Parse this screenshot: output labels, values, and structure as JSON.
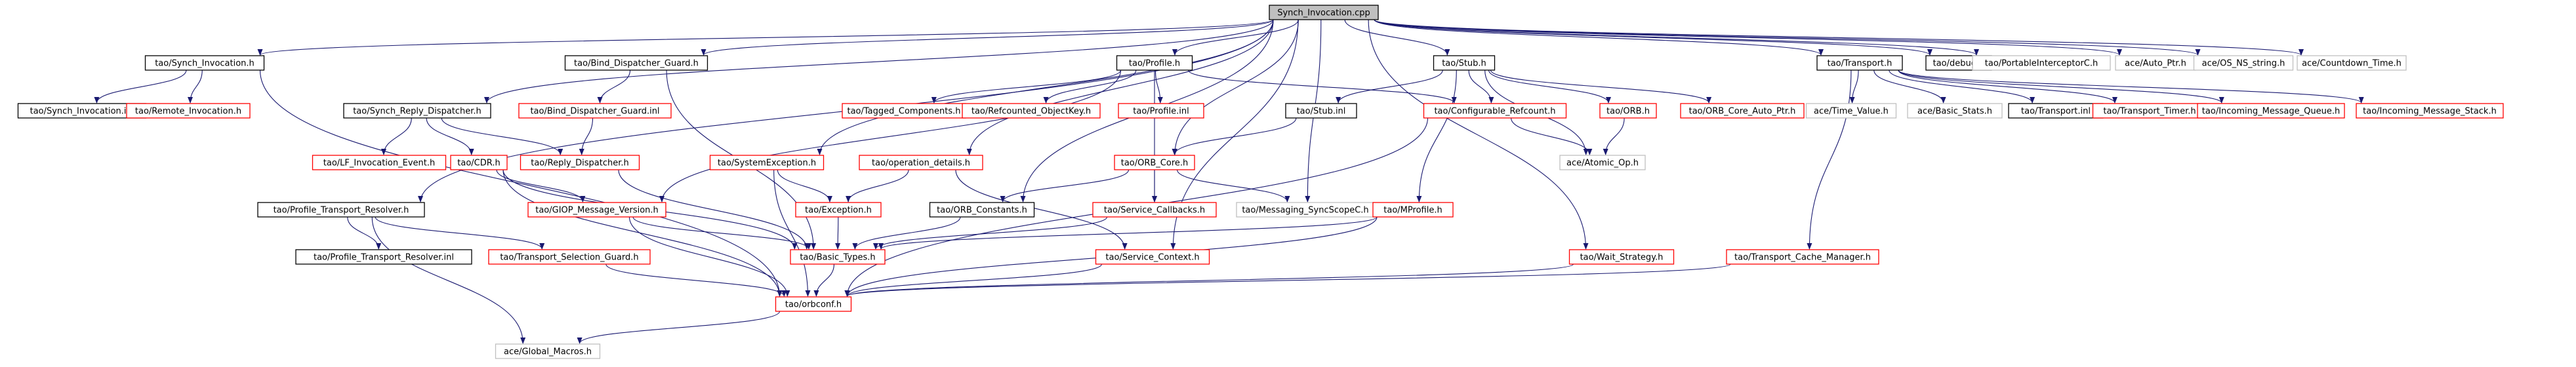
{
  "colors": {
    "root_fill": "#bfbfbf",
    "root_border": "#000000",
    "documented_border": "#000000",
    "undocumented_border": "#ff0000",
    "external_border": "#bfbfbf",
    "edge": "#191970"
  },
  "nodes": [
    {
      "id": "root",
      "label": "Synch_Invocation.cpp",
      "kind": "root"
    },
    {
      "id": "synch_inv_h",
      "label": "tao/Synch_Invocation.h",
      "kind": "documented"
    },
    {
      "id": "bind_disp_h",
      "label": "tao/Bind_Dispatcher_Guard.h",
      "kind": "documented"
    },
    {
      "id": "profile_h",
      "label": "tao/Profile.h",
      "kind": "documented"
    },
    {
      "id": "stub_h",
      "label": "tao/Stub.h",
      "kind": "documented"
    },
    {
      "id": "transport_h",
      "label": "tao/Transport.h",
      "kind": "documented"
    },
    {
      "id": "debug_h",
      "label": "tao/debug.h",
      "kind": "documented"
    },
    {
      "id": "portable_ic",
      "label": "tao/PortableInterceptorC.h",
      "kind": "external"
    },
    {
      "id": "auto_ptr",
      "label": "ace/Auto_Ptr.h",
      "kind": "external"
    },
    {
      "id": "os_ns_string",
      "label": "ace/OS_NS_string.h",
      "kind": "external"
    },
    {
      "id": "countdown",
      "label": "ace/Countdown_Time.h",
      "kind": "external"
    },
    {
      "id": "synch_inv_inl",
      "label": "tao/Synch_Invocation.inl",
      "kind": "documented"
    },
    {
      "id": "remote_inv",
      "label": "tao/Remote_Invocation.h",
      "kind": "undocumented"
    },
    {
      "id": "synch_reply",
      "label": "tao/Synch_Reply_Dispatcher.h",
      "kind": "documented"
    },
    {
      "id": "bind_disp_inl",
      "label": "tao/Bind_Dispatcher_Guard.inl",
      "kind": "undocumented"
    },
    {
      "id": "tagged_comp",
      "label": "tao/Tagged_Components.h",
      "kind": "undocumented"
    },
    {
      "id": "refcounted",
      "label": "tao/Refcounted_ObjectKey.h",
      "kind": "undocumented"
    },
    {
      "id": "profile_inl",
      "label": "tao/Profile.inl",
      "kind": "undocumented"
    },
    {
      "id": "stub_inl",
      "label": "tao/Stub.inl",
      "kind": "documented"
    },
    {
      "id": "conf_refcount",
      "label": "tao/Configurable_Refcount.h",
      "kind": "undocumented"
    },
    {
      "id": "orb_h",
      "label": "tao/ORB.h",
      "kind": "undocumented"
    },
    {
      "id": "orb_core_auto",
      "label": "tao/ORB_Core_Auto_Ptr.h",
      "kind": "undocumented"
    },
    {
      "id": "time_value",
      "label": "ace/Time_Value.h",
      "kind": "external"
    },
    {
      "id": "basic_stats",
      "label": "ace/Basic_Stats.h",
      "kind": "external"
    },
    {
      "id": "transport_inl",
      "label": "tao/Transport.inl",
      "kind": "documented"
    },
    {
      "id": "transport_timer",
      "label": "tao/Transport_Timer.h",
      "kind": "undocumented"
    },
    {
      "id": "incoming_queue",
      "label": "tao/Incoming_Message_Queue.h",
      "kind": "undocumented"
    },
    {
      "id": "incoming_stack",
      "label": "tao/Incoming_Message_Stack.h",
      "kind": "undocumented"
    },
    {
      "id": "lf_inv_event",
      "label": "tao/LF_Invocation_Event.h",
      "kind": "undocumented"
    },
    {
      "id": "cdr_h",
      "label": "tao/CDR.h",
      "kind": "undocumented"
    },
    {
      "id": "reply_disp",
      "label": "tao/Reply_Dispatcher.h",
      "kind": "undocumented"
    },
    {
      "id": "sys_exc",
      "label": "tao/SystemException.h",
      "kind": "undocumented"
    },
    {
      "id": "op_details",
      "label": "tao/operation_details.h",
      "kind": "undocumented"
    },
    {
      "id": "orb_core",
      "label": "tao/ORB_Core.h",
      "kind": "undocumented"
    },
    {
      "id": "atomic_op",
      "label": "ace/Atomic_Op.h",
      "kind": "external"
    },
    {
      "id": "profile_tr",
      "label": "tao/Profile_Transport_Resolver.h",
      "kind": "documented"
    },
    {
      "id": "giop_ver",
      "label": "tao/GIOP_Message_Version.h",
      "kind": "undocumented"
    },
    {
      "id": "exception_h",
      "label": "tao/Exception.h",
      "kind": "undocumented"
    },
    {
      "id": "orb_constants",
      "label": "tao/ORB_Constants.h",
      "kind": "documented"
    },
    {
      "id": "service_cb",
      "label": "tao/Service_Callbacks.h",
      "kind": "undocumented"
    },
    {
      "id": "messaging_ssc",
      "label": "tao/Messaging_SyncScopeC.h",
      "kind": "external"
    },
    {
      "id": "mprofile",
      "label": "tao/MProfile.h",
      "kind": "undocumented"
    },
    {
      "id": "profile_tr_inl",
      "label": "tao/Profile_Transport_Resolver.inl",
      "kind": "documented"
    },
    {
      "id": "tr_sel_guard",
      "label": "tao/Transport_Selection_Guard.h",
      "kind": "undocumented"
    },
    {
      "id": "basic_types",
      "label": "tao/Basic_Types.h",
      "kind": "undocumented"
    },
    {
      "id": "service_ctx",
      "label": "tao/Service_Context.h",
      "kind": "undocumented"
    },
    {
      "id": "wait_strategy",
      "label": "tao/Wait_Strategy.h",
      "kind": "undocumented"
    },
    {
      "id": "tr_cache_mgr",
      "label": "tao/Transport_Cache_Manager.h",
      "kind": "undocumented"
    },
    {
      "id": "orbconf",
      "label": "tao/orbconf.h",
      "kind": "undocumented"
    },
    {
      "id": "global_macros",
      "label": "ace/Global_Macros.h",
      "kind": "external"
    }
  ],
  "edges": [
    [
      "root",
      "synch_inv_h"
    ],
    [
      "root",
      "bind_disp_h"
    ],
    [
      "root",
      "profile_h"
    ],
    [
      "root",
      "stub_h"
    ],
    [
      "root",
      "transport_h"
    ],
    [
      "root",
      "debug_h"
    ],
    [
      "root",
      "portable_ic"
    ],
    [
      "root",
      "auto_ptr"
    ],
    [
      "root",
      "os_ns_string"
    ],
    [
      "root",
      "countdown"
    ],
    [
      "root",
      "synch_reply"
    ],
    [
      "root",
      "sys_exc"
    ],
    [
      "root",
      "op_details"
    ],
    [
      "root",
      "orb_constants"
    ],
    [
      "root",
      "messaging_ssc"
    ],
    [
      "root",
      "profile_tr"
    ],
    [
      "root",
      "wait_strategy"
    ],
    [
      "root",
      "orb_core"
    ],
    [
      "root",
      "service_ctx"
    ],
    [
      "synch_inv_h",
      "synch_inv_inl"
    ],
    [
      "synch_inv_h",
      "remote_inv"
    ],
    [
      "synch_inv_h",
      "orbconf"
    ],
    [
      "bind_disp_h",
      "bind_disp_inl"
    ],
    [
      "bind_disp_h",
      "basic_types"
    ],
    [
      "profile_h",
      "tagged_comp"
    ],
    [
      "profile_h",
      "refcounted"
    ],
    [
      "profile_h",
      "profile_inl"
    ],
    [
      "profile_h",
      "giop_ver"
    ],
    [
      "profile_h",
      "conf_refcount"
    ],
    [
      "profile_h",
      "service_cb"
    ],
    [
      "stub_h",
      "stub_inl"
    ],
    [
      "stub_h",
      "conf_refcount"
    ],
    [
      "stub_h",
      "orb_h"
    ],
    [
      "stub_h",
      "orb_core_auto"
    ],
    [
      "stub_h",
      "mprofile"
    ],
    [
      "stub_h",
      "atomic_op"
    ],
    [
      "transport_h",
      "time_value"
    ],
    [
      "transport_h",
      "basic_stats"
    ],
    [
      "transport_h",
      "transport_inl"
    ],
    [
      "transport_h",
      "transport_timer"
    ],
    [
      "transport_h",
      "incoming_queue"
    ],
    [
      "transport_h",
      "incoming_stack"
    ],
    [
      "transport_h",
      "tr_cache_mgr"
    ],
    [
      "synch_reply",
      "lf_inv_event"
    ],
    [
      "synch_reply",
      "cdr_h"
    ],
    [
      "synch_reply",
      "reply_disp"
    ],
    [
      "bind_disp_inl",
      "reply_disp"
    ],
    [
      "reply_disp",
      "basic_types"
    ],
    [
      "cdr_h",
      "giop_ver"
    ],
    [
      "cdr_h",
      "basic_types"
    ],
    [
      "cdr_h",
      "orbconf"
    ],
    [
      "sys_exc",
      "exception_h"
    ],
    [
      "sys_exc",
      "orbconf"
    ],
    [
      "op_details",
      "exception_h"
    ],
    [
      "op_details",
      "service_ctx"
    ],
    [
      "stub_inl",
      "orb_core"
    ],
    [
      "orb_core",
      "orb_constants"
    ],
    [
      "orb_core",
      "service_cb"
    ],
    [
      "orb_core",
      "messaging_ssc"
    ],
    [
      "conf_refcount",
      "atomic_op"
    ],
    [
      "conf_refcount",
      "orbconf"
    ],
    [
      "orb_h",
      "atomic_op"
    ],
    [
      "profile_tr",
      "profile_tr_inl"
    ],
    [
      "profile_tr",
      "tr_sel_guard"
    ],
    [
      "profile_tr",
      "global_macros"
    ],
    [
      "giop_ver",
      "basic_types"
    ],
    [
      "giop_ver",
      "orbconf"
    ],
    [
      "exception_h",
      "basic_types"
    ],
    [
      "orb_constants",
      "basic_types"
    ],
    [
      "service_cb",
      "basic_types"
    ],
    [
      "mprofile",
      "basic_types"
    ],
    [
      "mprofile",
      "orbconf"
    ],
    [
      "tr_sel_guard",
      "orbconf"
    ],
    [
      "basic_types",
      "orbconf"
    ],
    [
      "service_ctx",
      "orbconf"
    ],
    [
      "wait_strategy",
      "orbconf"
    ],
    [
      "tr_cache_mgr",
      "orbconf"
    ],
    [
      "orbconf",
      "global_macros"
    ]
  ]
}
